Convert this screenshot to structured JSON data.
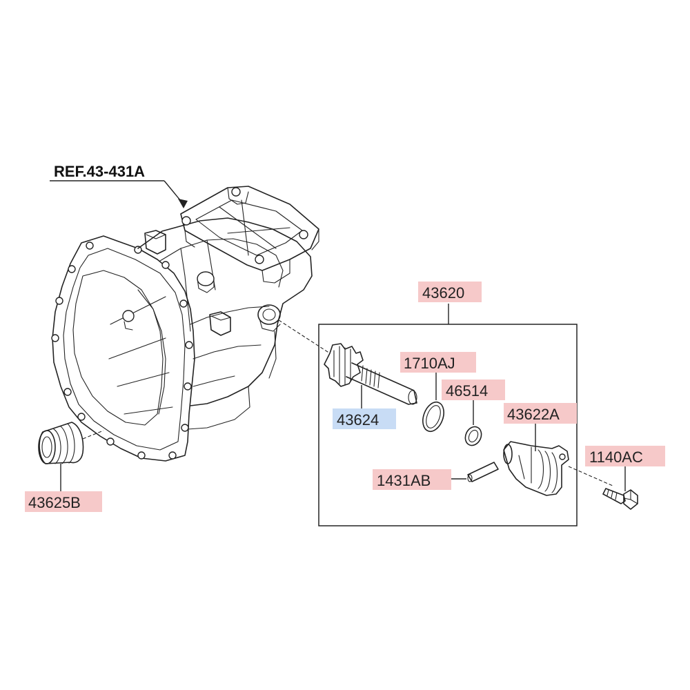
{
  "reference": {
    "label": "REF.43-431A"
  },
  "parts": {
    "assembly": "43620",
    "sleeve_seal": "1710AJ",
    "drive_gear": "43624",
    "o_ring": "46514",
    "sleeve": "43622A",
    "pin": "1431AB",
    "bolt": "1140AC",
    "plug": "43625B"
  },
  "colors": {
    "highlight_red": "#f6c9c9",
    "highlight_blue": "#c8dcf5",
    "line": "#222222"
  }
}
